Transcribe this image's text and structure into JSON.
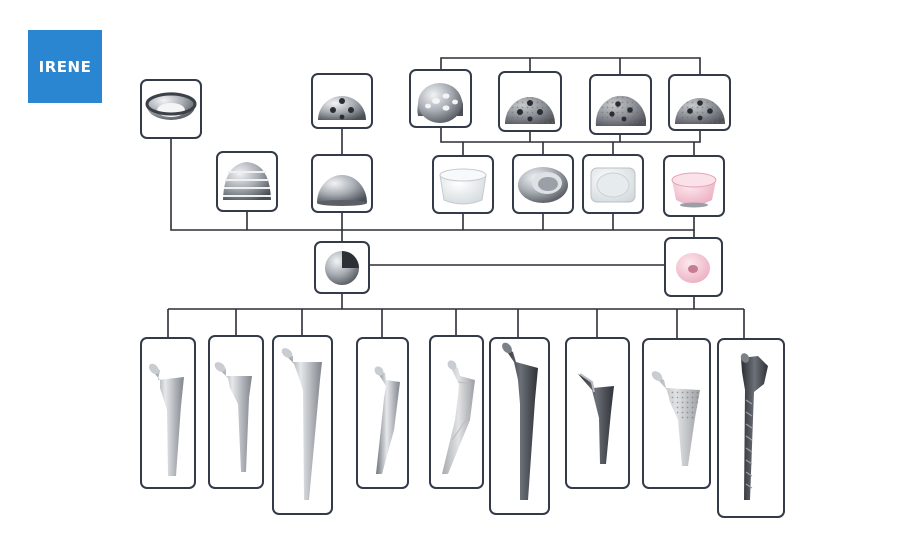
{
  "logo": {
    "text": "IRENE",
    "color": "#2a86d1"
  },
  "colors": {
    "box_border": "#333a48",
    "connector": "#2b2f36",
    "titanium": "#9aa0a8",
    "porous": "#8a8e94",
    "polyethylene": "#e8ecee",
    "ceramic_pink": "#f3c9d5",
    "dark_stem": "#3c3f44"
  },
  "components": {
    "cups_top": [
      {
        "name": "ring-cup",
        "icon": "ring-cup-icon"
      },
      {
        "name": "holed-shell-1",
        "icon": "holed-shell-icon"
      },
      {
        "name": "porous-shell-1",
        "icon": "porous-shell-icon"
      },
      {
        "name": "porous-shell-2",
        "icon": "porous-shell-icon"
      },
      {
        "name": "porous-shell-3",
        "icon": "porous-shell-icon"
      },
      {
        "name": "holed-shell-2",
        "icon": "holed-shell-icon"
      }
    ],
    "cups_mid": [
      {
        "name": "threaded-cup",
        "icon": "threaded-cup-icon"
      },
      {
        "name": "smooth-shell",
        "icon": "smooth-shell-icon"
      },
      {
        "name": "poly-liner",
        "icon": "poly-liner-icon"
      },
      {
        "name": "metal-liner",
        "icon": "metal-liner-icon"
      },
      {
        "name": "poly-liner-2",
        "icon": "poly-liner-icon"
      },
      {
        "name": "ceramic-liner",
        "icon": "ceramic-liner-icon"
      }
    ],
    "heads": [
      {
        "name": "metal-head",
        "icon": "metal-head-icon"
      },
      {
        "name": "ceramic-head",
        "icon": "ceramic-head-icon"
      }
    ],
    "stems": [
      {
        "name": "stem-1",
        "icon": "stem-icon",
        "tone": "titanium"
      },
      {
        "name": "stem-2",
        "icon": "stem-icon",
        "tone": "titanium"
      },
      {
        "name": "stem-3",
        "icon": "stem-icon",
        "tone": "titanium"
      },
      {
        "name": "stem-4",
        "icon": "stem-icon",
        "tone": "titanium"
      },
      {
        "name": "stem-5",
        "icon": "stem-icon",
        "tone": "titanium"
      },
      {
        "name": "stem-6",
        "icon": "stem-icon",
        "tone": "dark"
      },
      {
        "name": "stem-7",
        "icon": "stem-icon",
        "tone": "dark"
      },
      {
        "name": "stem-8",
        "icon": "stem-icon",
        "tone": "porous"
      },
      {
        "name": "stem-9",
        "icon": "stem-icon",
        "tone": "dark"
      }
    ]
  }
}
